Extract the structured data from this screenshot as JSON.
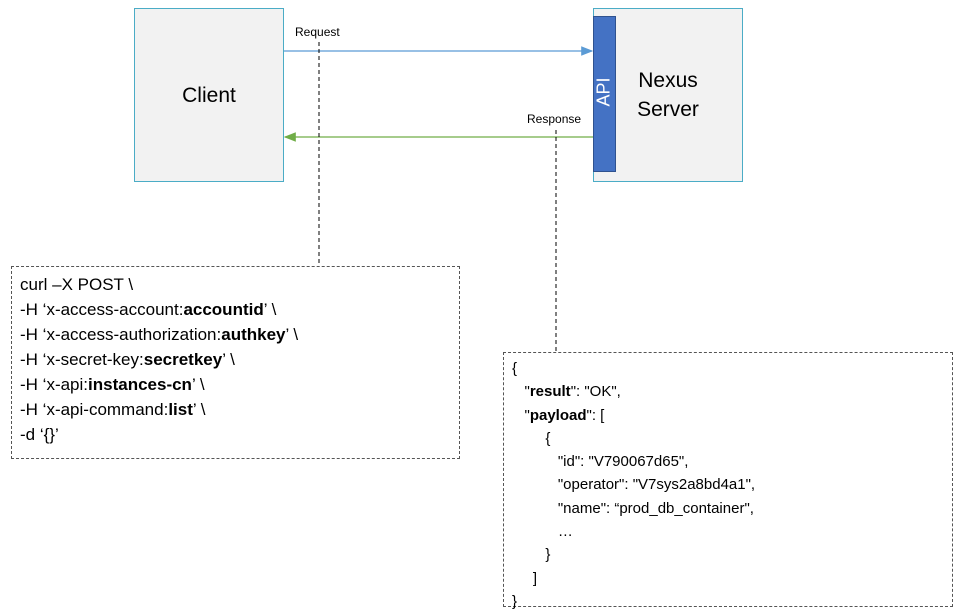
{
  "client": {
    "label": "Client"
  },
  "server": {
    "label_line1": "Nexus",
    "label_line2": "Server",
    "api_label": "API"
  },
  "arrows": {
    "request_label": "Request",
    "response_label": "Response"
  },
  "curl": {
    "lines": [
      [
        {
          "t": "curl –X POST \\",
          "b": false
        }
      ],
      [
        {
          "t": "-H ‘x-access-account:",
          "b": false
        },
        {
          "t": "accountid",
          "b": true
        },
        {
          "t": "’ \\",
          "b": false
        }
      ],
      [
        {
          "t": "-H ‘x-access-authorization:",
          "b": false
        },
        {
          "t": "authkey",
          "b": true
        },
        {
          "t": "’ \\",
          "b": false
        }
      ],
      [
        {
          "t": "-H ‘x-secret-key:",
          "b": false
        },
        {
          "t": "secretkey",
          "b": true
        },
        {
          "t": "’ \\",
          "b": false
        }
      ],
      [
        {
          "t": "-H ‘x-api:",
          "b": false
        },
        {
          "t": "instances-cn",
          "b": true
        },
        {
          "t": "’ \\",
          "b": false
        }
      ],
      [
        {
          "t": "-H ‘x-api-command:",
          "b": false
        },
        {
          "t": "list",
          "b": true
        },
        {
          "t": "’ \\",
          "b": false
        }
      ],
      [
        {
          "t": "-d ‘{}’",
          "b": false
        }
      ]
    ]
  },
  "response_json": {
    "lines": [
      [
        {
          "t": "{",
          "b": false
        }
      ],
      [
        {
          "t": "   \"",
          "b": false
        },
        {
          "t": "result",
          "b": true
        },
        {
          "t": "\": \"OK\",",
          "b": false
        }
      ],
      [
        {
          "t": "   \"",
          "b": false
        },
        {
          "t": "payload",
          "b": true
        },
        {
          "t": "\": [",
          "b": false
        }
      ],
      [
        {
          "t": "        {",
          "b": false
        }
      ],
      [
        {
          "t": "           \"id\": \"V790067d65\",",
          "b": false
        }
      ],
      [
        {
          "t": "           \"operator\": \"V7sys2a8bd4a1\",",
          "b": false
        }
      ],
      [
        {
          "t": "           \"name\": “prod_db_container\",",
          "b": false
        }
      ],
      [
        {
          "t": "           …",
          "b": false
        }
      ],
      [
        {
          "t": "        }",
          "b": false
        }
      ],
      [
        {
          "t": "     ]",
          "b": false
        }
      ],
      [
        {
          "t": "}",
          "b": false
        }
      ]
    ]
  },
  "colors": {
    "box_fill": "#f2f2f2",
    "box_border": "#4bacc6",
    "api_fill": "#4472c4",
    "request_arrow": "#5b9bd5",
    "response_arrow": "#70ad47"
  }
}
